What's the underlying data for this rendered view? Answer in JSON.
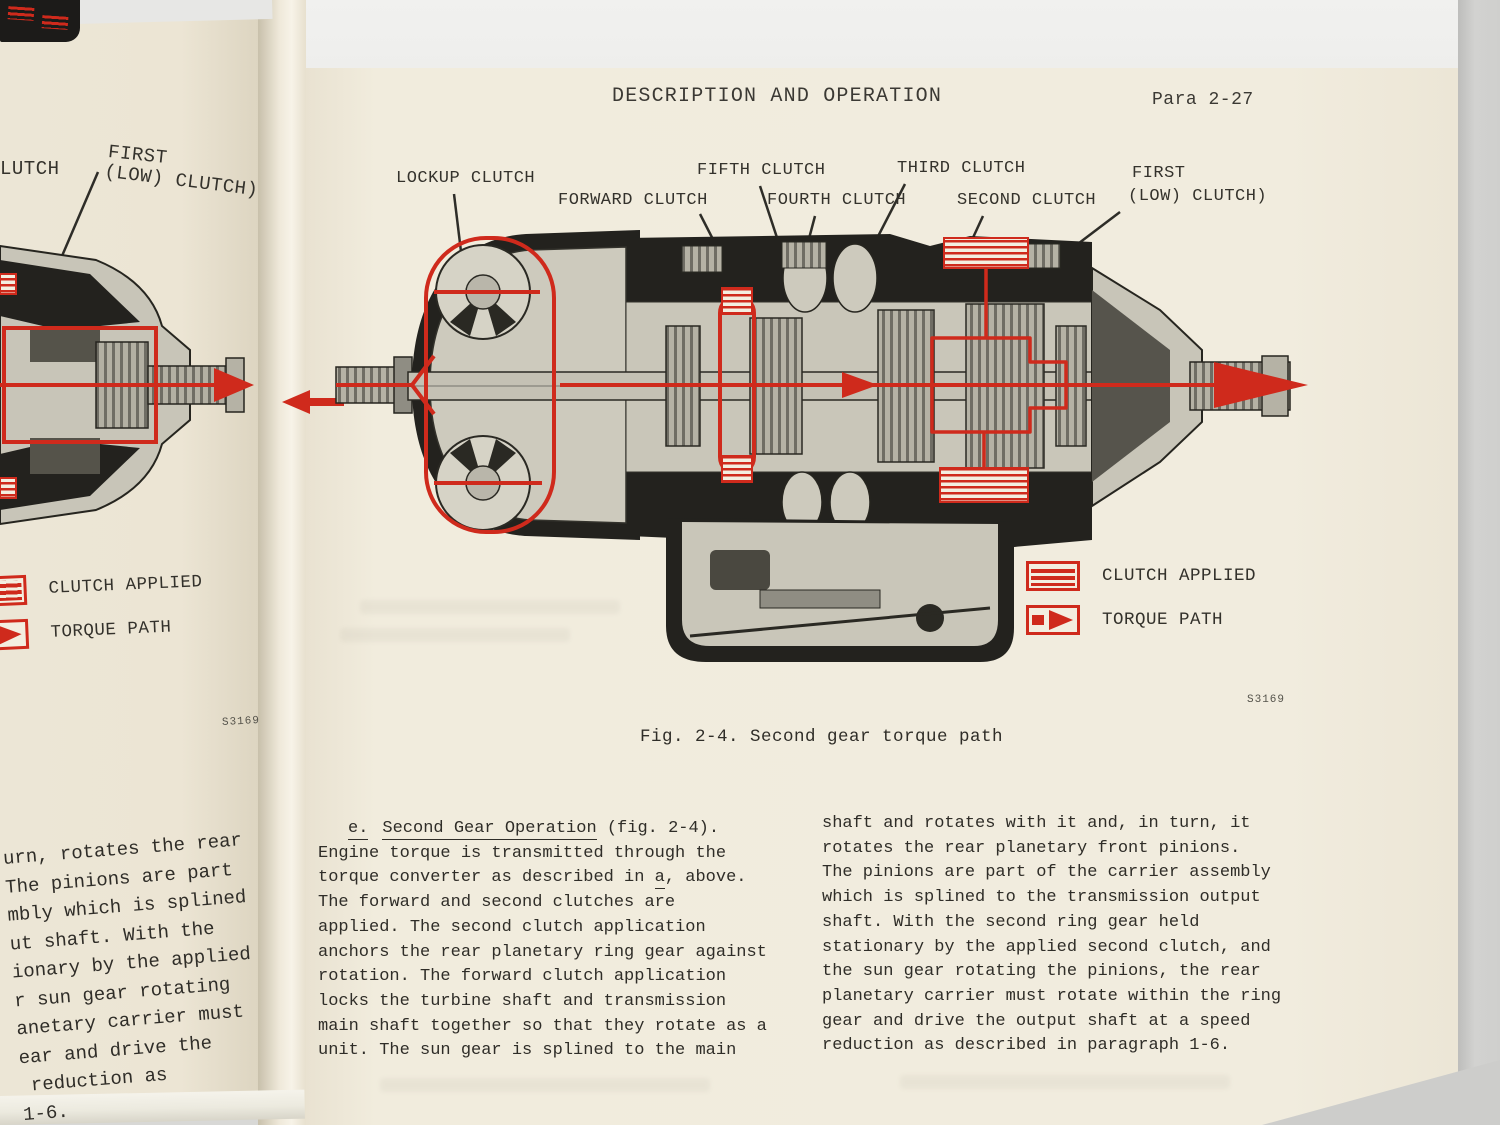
{
  "colors": {
    "torque_red": "#cf2a1c",
    "page_cream": "#f1ecdd",
    "ink": "#2f2d28"
  },
  "left_page": {
    "callout": {
      "partial": "LUTCH",
      "first_line1": "FIRST",
      "first_line2": "(LOW) CLUTCH)"
    },
    "legend": {
      "clutch_applied": "CLUTCH APPLIED",
      "torque_path": "TORQUE PATH"
    },
    "figure_code": "S3169",
    "lines": {
      "l1": "urn, rotates the rear",
      "l2": "The pinions are part",
      "l3": "mbly which is splined",
      "l4": "ut shaft.  With the",
      "l5": "ionary by the applied",
      "l6": "r sun gear rotating",
      "l7": "anetary carrier must",
      "l8": "ear and drive the",
      "l9": "reduction as",
      "l10": "1-6."
    }
  },
  "right_page": {
    "header": {
      "title": "DESCRIPTION AND OPERATION",
      "para": "Para 2-27"
    },
    "callouts": {
      "lockup": "LOCKUP CLUTCH",
      "forward": "FORWARD CLUTCH",
      "fifth": "FIFTH CLUTCH",
      "fourth": "FOURTH CLUTCH",
      "third": "THIRD CLUTCH",
      "second": "SECOND CLUTCH",
      "first_line1": "FIRST",
      "first_line2": "(LOW) CLUTCH)"
    },
    "legend": {
      "clutch_applied": "CLUTCH APPLIED",
      "torque_path": "TORQUE PATH"
    },
    "figure_code": "S3169",
    "caption": "Fig. 2-4.  Second gear torque path",
    "col1": {
      "l1a": "e.",
      "l1b": "Second Gear Operation",
      "l1c": " (fig. 2-4).",
      "l2": "Engine torque is transmitted through the",
      "l3a": "torque converter as described in ",
      "l3b": "a",
      "l3c": ", above.",
      "l4": "The forward and second clutches are",
      "l5": "applied.  The second clutch application",
      "l6": "anchors the rear planetary ring gear against",
      "l7": "rotation.  The forward clutch application",
      "l8": "locks the turbine shaft and transmission",
      "l9": "main shaft together so that they rotate as a",
      "l10": "unit.  The sun gear is splined to the main"
    },
    "col2": {
      "l1": "shaft and rotates with it and, in turn, it",
      "l2": "rotates the rear planetary front pinions.",
      "l3": "The pinions are part of the carrier assembly",
      "l4": "which is splined to the transmission output",
      "l5": "shaft.  With the second ring gear held",
      "l6": "stationary by the applied second clutch, and",
      "l7": "the sun gear rotating the pinions, the rear",
      "l8": "planetary carrier must rotate within the ring",
      "l9": "gear and drive the output shaft at a speed",
      "l10": "reduction as described in paragraph 1-6."
    }
  }
}
